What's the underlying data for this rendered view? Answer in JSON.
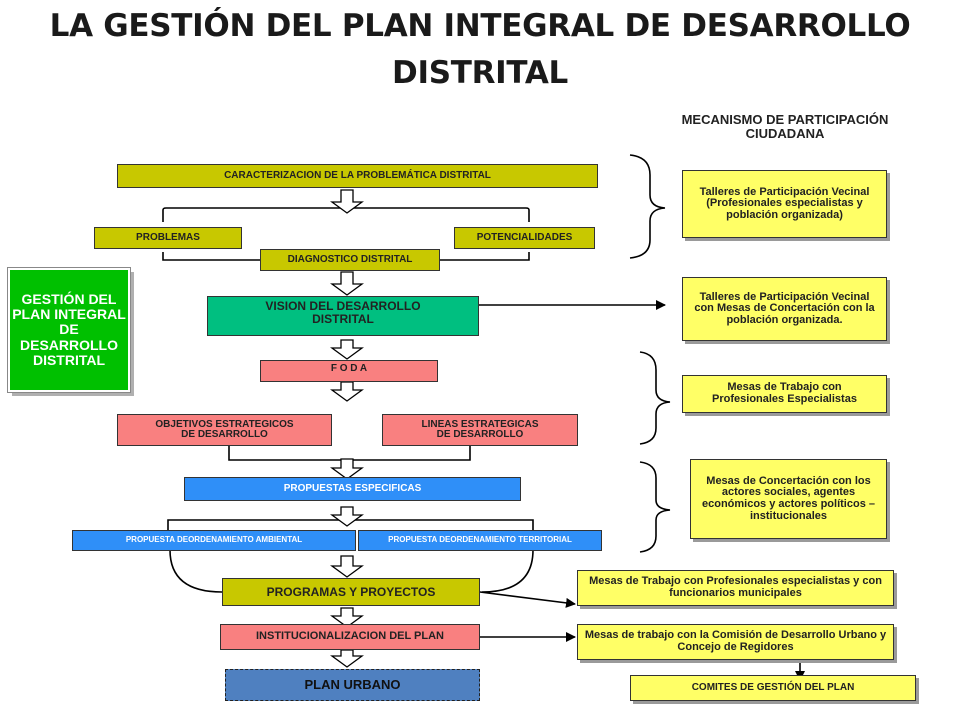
{
  "title": {
    "line1": "LA GESTIÓN DEL PLAN INTEGRAL DE DESARROLLO",
    "line2": "DISTRITAL"
  },
  "mechanism_header": "MECANISMO DE PARTICIPACIÓN CIUDADANA",
  "side_label": "GESTIÓN DEL PLAN INTEGRAL DE DESARROLLO DISTRITAL",
  "flow": {
    "caracterizacion": "CARACTERIZACION DE LA PROBLEMÁTICA DISTRITAL",
    "problemas": "PROBLEMAS",
    "potencialidades": "POTENCIALIDADES",
    "diagnostico": "DIAGNOSTICO DISTRITAL",
    "vision": "VISION DEL DESARROLLO DISTRITAL",
    "foda": "F O D A",
    "objetivos": "OBJETIVOS ESTRATEGICOS DE DESARROLLO",
    "lineas": "LINEAS ESTRATEGICAS DE DESARROLLO",
    "propuestas": "PROPUESTAS ESPECIFICAS",
    "ambiental": "PROPUESTA DEORDENAMIENTO AMBIENTAL",
    "territorial": "PROPUESTA DEORDENAMIENTO TERRITORIAL",
    "programas": "PROGRAMAS Y PROYECTOS",
    "institucionalizacion": "INSTITUCIONALIZACION DEL PLAN",
    "plan_urbano": "PLAN URBANO"
  },
  "mechanisms": {
    "m1": "Talleres de Participación Vecinal (Profesionales especialistas y población organizada)",
    "m2": "Talleres de Participación Vecinal con Mesas de Concertación con la población organizada.",
    "m3": "Mesas de Trabajo con Profesionales Especialistas",
    "m4": "Mesas de Concertación con los actores sociales, agentes económicos y actores políticos – institucionales",
    "m5": "Mesas de Trabajo con Profesionales especialistas y con funcionarios municipales",
    "m6": "Mesas de trabajo con la Comisión de Desarrollo Urbano y Concejo de Regidores",
    "m7": "COMITES DE GESTIÓN DEL PLAN"
  }
}
